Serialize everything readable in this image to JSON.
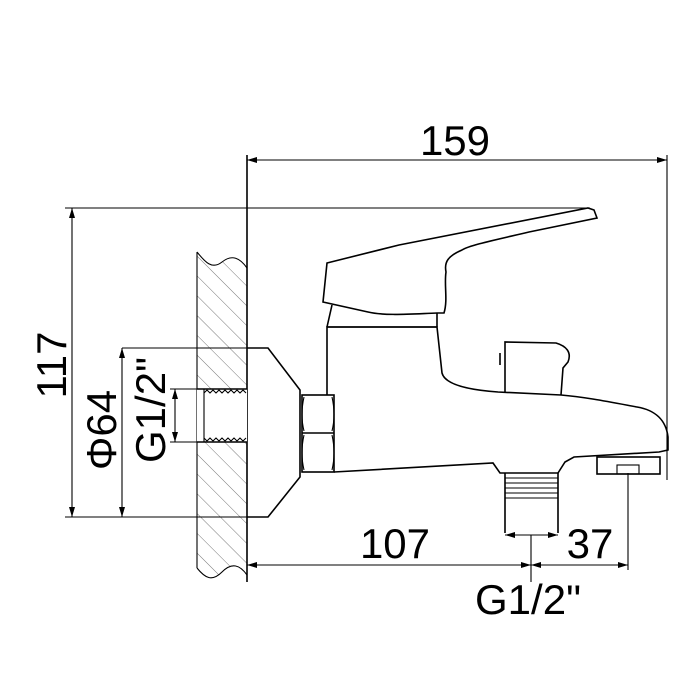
{
  "dimensions": {
    "overall_length": "159",
    "overall_height": "117",
    "flange_diameter": "Φ64",
    "inlet_thread": "G1/2\"",
    "wall_to_outlet": "107",
    "outlet_to_spout": "37",
    "outlet_thread": "G1/2\""
  }
}
